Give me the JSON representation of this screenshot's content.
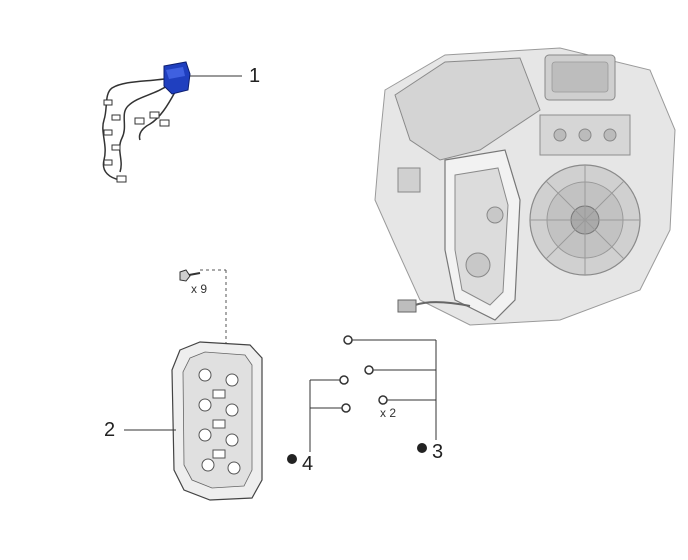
{
  "callouts": [
    {
      "id": "part-1",
      "label": "1"
    },
    {
      "id": "part-2",
      "label": "2"
    },
    {
      "id": "part-3",
      "label": "3"
    },
    {
      "id": "part-4",
      "label": "4"
    }
  ],
  "quantities": {
    "bolts": "x 9",
    "seals": "x 2"
  },
  "colors": {
    "highlight_part": "#1f3fbf",
    "line": "#333333",
    "casing": "#d8d8d8"
  }
}
